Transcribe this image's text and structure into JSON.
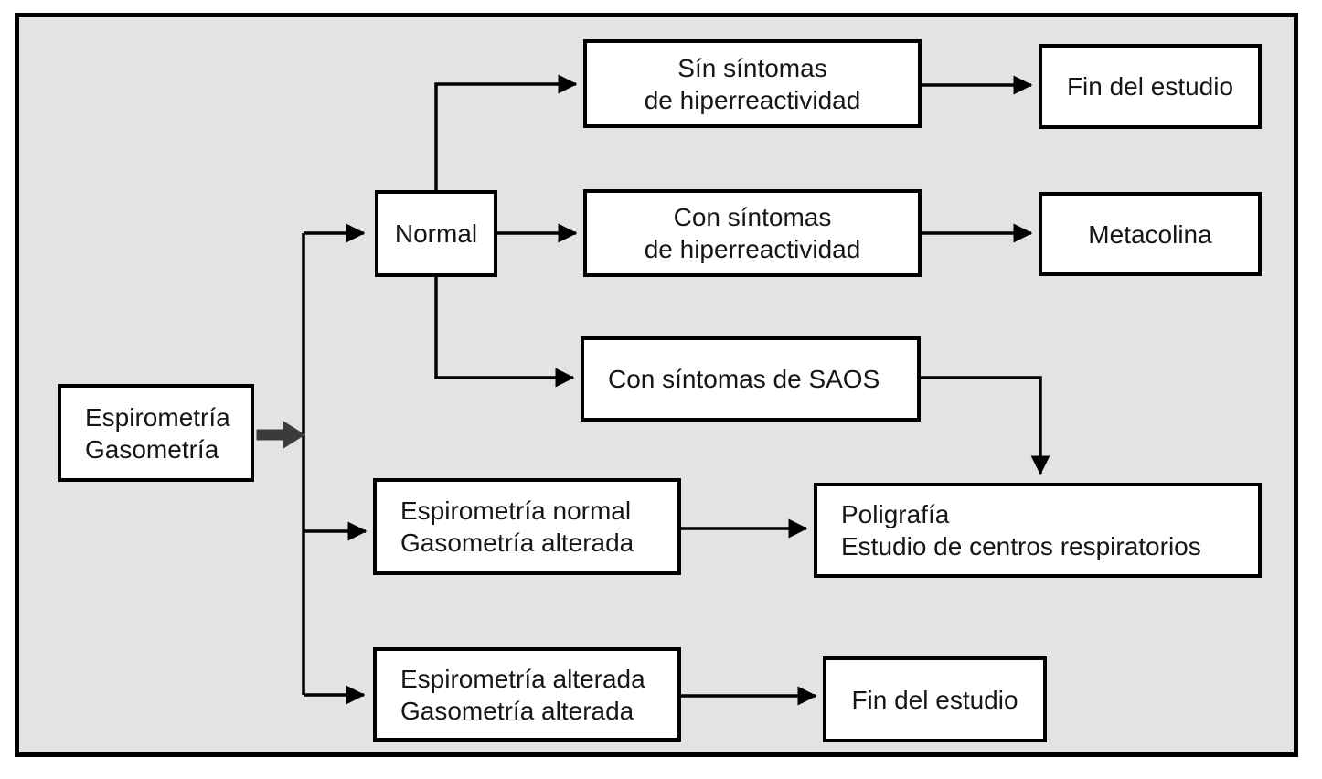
{
  "diagram": {
    "type": "flowchart",
    "language": "es",
    "colors": {
      "background": "#e3e3e3",
      "frame_border": "#000000",
      "box_fill": "#ffffff",
      "box_border": "#000000",
      "line_color": "#000000",
      "thick_arrow_color": "#3b3b3b",
      "text_color": "#161616"
    },
    "nodes": {
      "start": {
        "line1": "Espirometría",
        "line2": "Gasometría"
      },
      "normal": {
        "label": "Normal"
      },
      "sin_sintomas": {
        "line1": "Sín síntomas",
        "line2": "de hiperreactividad"
      },
      "fin_estudio_top": {
        "label": "Fin del estudio"
      },
      "con_sintomas": {
        "line1": "Con síntomas",
        "line2": "de hiperreactividad"
      },
      "metacolina": {
        "label": "Metacolina"
      },
      "saos": {
        "label": "Con síntomas de SAOS"
      },
      "esp_normal": {
        "line1": "Espirometría normal",
        "line2": "Gasometría alterada"
      },
      "poligrafia": {
        "line1": "Poligrafía",
        "line2": "Estudio de centros respiratorios"
      },
      "esp_alterada": {
        "line1": "Espirometría alterada",
        "line2": "Gasometría alterada"
      },
      "fin_estudio_bottom": {
        "label": "Fin del estudio"
      }
    },
    "edges": [
      {
        "from": "start",
        "to": "branch-trunk",
        "style": "thick-gray"
      },
      {
        "from": "branch-trunk",
        "to": "normal"
      },
      {
        "from": "branch-trunk",
        "to": "esp_normal"
      },
      {
        "from": "branch-trunk",
        "to": "esp_alterada"
      },
      {
        "from": "normal",
        "to": "sin_sintomas"
      },
      {
        "from": "normal",
        "to": "con_sintomas"
      },
      {
        "from": "normal",
        "to": "saos"
      },
      {
        "from": "sin_sintomas",
        "to": "fin_estudio_top"
      },
      {
        "from": "con_sintomas",
        "to": "metacolina"
      },
      {
        "from": "saos",
        "to": "poligrafia"
      },
      {
        "from": "esp_normal",
        "to": "poligrafia"
      },
      {
        "from": "esp_alterada",
        "to": "fin_estudio_bottom"
      }
    ]
  }
}
